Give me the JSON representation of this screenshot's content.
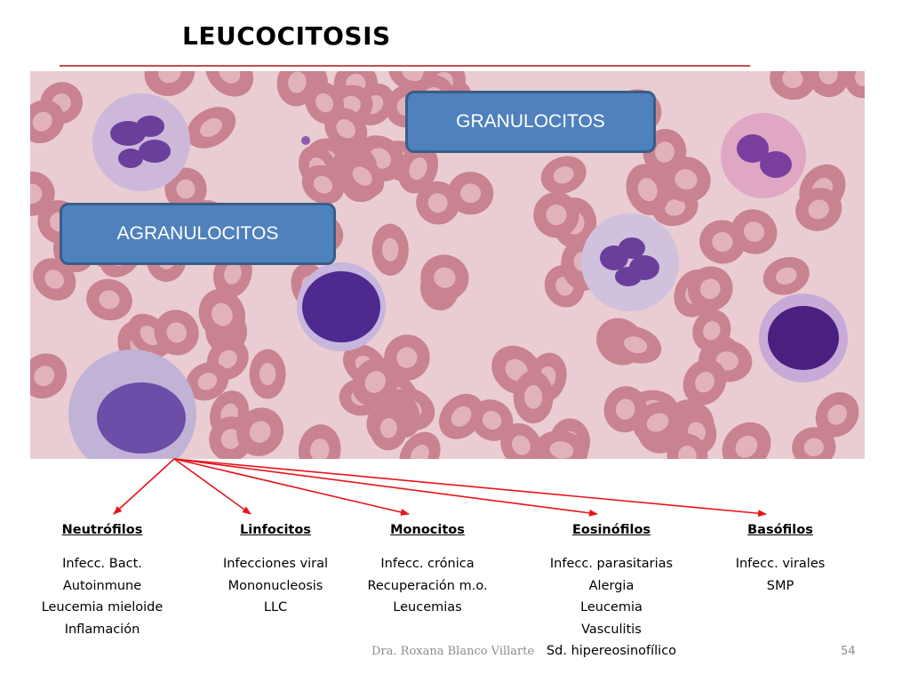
{
  "slide": {
    "title": "LEUCOCITOSIS",
    "callouts": {
      "granulocitos": "GRANULOCITOS",
      "agranulocitos": "AGRANULOCITOS"
    },
    "columns": [
      {
        "heading": "Neutrófilos",
        "items": [
          "Infecc. Bact.",
          "Autoinmune",
          "Leucemia mieloide",
          "Inflamación"
        ]
      },
      {
        "heading": "Linfocitos",
        "items": [
          "Infecciones viral",
          "Mononucleosis",
          "LLC"
        ]
      },
      {
        "heading": "Monocitos",
        "items": [
          "Infecc. crónica",
          "Recuperación m.o.",
          "Leucemias"
        ]
      },
      {
        "heading": "Eosinófilos",
        "items": [
          "Infecc. parasitarias",
          "Alergia",
          "Leucemia",
          "Vasculitis",
          "Sd. hipereosinofílico"
        ]
      },
      {
        "heading": "Basófilos",
        "items": [
          "Infecc. virales",
          "SMP"
        ]
      }
    ],
    "footer": "Dra. Roxana Blanco Villarte",
    "page_number": "54"
  },
  "colors": {
    "rule": "#c0504d",
    "callout_fill": "#4f81bd",
    "callout_border": "#385d8a",
    "arrow": "#e8141a"
  }
}
